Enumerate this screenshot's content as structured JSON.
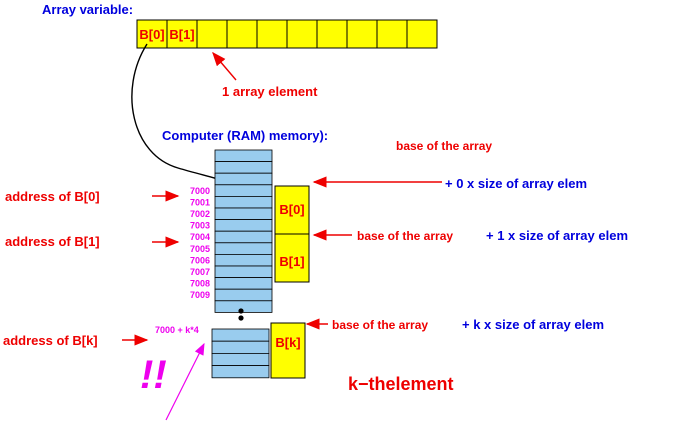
{
  "labels": {
    "array_variable": "Array variable:",
    "array_element": "1 array element",
    "computer_memory": "Computer (RAM) memory):",
    "base_top": "base of the array",
    "plus0": "+ 0 x size of array elem",
    "base_mid": "base of the array",
    "plus1": "+ 1 x size of array elem",
    "base_low": "base of the array",
    "plusk": "+ k x size of array elem",
    "addr_b0": "address of B[0]",
    "addr_b1": "address of B[1]",
    "addr_bk": "address of B[k]",
    "kth_element": "k−thelement",
    "formula": "7000 + k*4",
    "exclaim": "!!"
  },
  "array_cells": [
    "B[0]",
    "B[1]",
    "",
    "",
    "",
    "",
    "",
    "",
    "",
    ""
  ],
  "memory_addresses": [
    "7000",
    "7001",
    "7002",
    "7003",
    "7004",
    "7005",
    "7006",
    "7007",
    "7008",
    "7009"
  ],
  "elements": {
    "b0": "B[0]",
    "b1": "B[1]",
    "bk": "B[k]"
  },
  "colors": {
    "array_fill": "#ffff00",
    "memory_fill": "#99ccee",
    "label_blue": "#0000dd",
    "label_red": "#ee0000",
    "label_magenta": "#ee00ee"
  }
}
